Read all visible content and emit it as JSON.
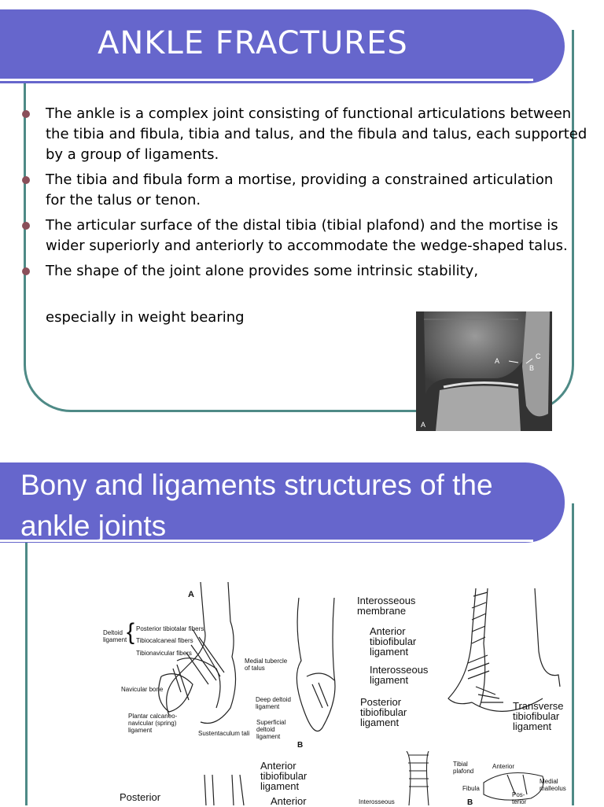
{
  "slide1": {
    "title": "ANKLE FRACTURES",
    "bullets": [
      "The ankle is a complex joint consisting of functional articulations between the tibia and fibula, tibia and talus, and the fibula and talus, each supported by a group of ligaments.",
      " The tibia and fibula form a mortise, providing a constrained articulation for the talus or tenon.",
      " The articular surface of the distal tibia (tibial plafond) and the mortise is wider superiorly and anteriorly to accommodate the wedge-shaped talus.",
      "The shape of the joint alone provides some intrinsic stability,"
    ],
    "continuation": "especially in weight bearing",
    "xray_labels": {
      "a": "A",
      "b": "B",
      "c": "C",
      "corner": "A"
    }
  },
  "slide2": {
    "title": "Bony and ligaments structures of the ankle joints",
    "fig_a": {
      "panel": "A",
      "deltoid": "Deltoid\nligament",
      "posterior_tibiotalar": "Posterior tibiotalar fibers",
      "tibiocalcaneal": "Tibiocalcaneal fibers",
      "tibionavicular": "Tibionavicular fibers",
      "medial_tubercle": "Medial tubercle\nof talus",
      "navicular": "Navicular bone",
      "plantar": "Plantar calcaneo-\nnavicular (spring)\nligament",
      "sustentaculum": "Sustentaculum tali",
      "deep_deltoid": "Deep deltoid\nligament",
      "superficial_deltoid": "Superficial\ndeltoid\nligament",
      "panel_b": "B"
    },
    "fig_b": {
      "interosseous_membrane": "Interosseous\nmembrane",
      "anterior_tib": "Anterior\ntibiofibular\nligament",
      "interosseous_ligament": "Interosseous\nligament",
      "posterior_tib": "Posterior\ntibiofibular\nligament",
      "transverse": "Transverse\ntibiofibular\nligament"
    },
    "fig_c": {
      "anterior_tib": "Anterior\ntibiofibular\nligament",
      "anterior": "Anterior",
      "posterior": "Posterior"
    },
    "fig_d": {
      "tibial_plafond": "Tibial\nplafond",
      "anterior": "Anterior",
      "medial_malleolus": "Medial\nmalleolus",
      "fibula": "Fibula",
      "posterior": "Pos-\nterior",
      "interosseous": "Interosseous",
      "panel_b": "B"
    }
  }
}
